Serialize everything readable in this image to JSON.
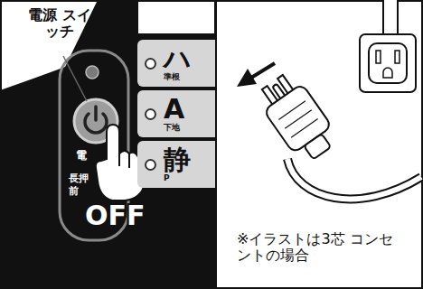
{
  "diagram": {
    "nodes": [
      {
        "text": [
          "ハ",
          "準根"
        ]
      },
      {
        "text": [
          "A",
          "下地"
        ]
      },
      {
        "text": [
          "静",
          "P"
        ]
      }
    ],
    "labels": [
      "電源 スイッチ",
      "電",
      "長押",
      "前",
      "OFF",
      "※イラストは3芯 コンセントの場合"
    ]
  }
}
